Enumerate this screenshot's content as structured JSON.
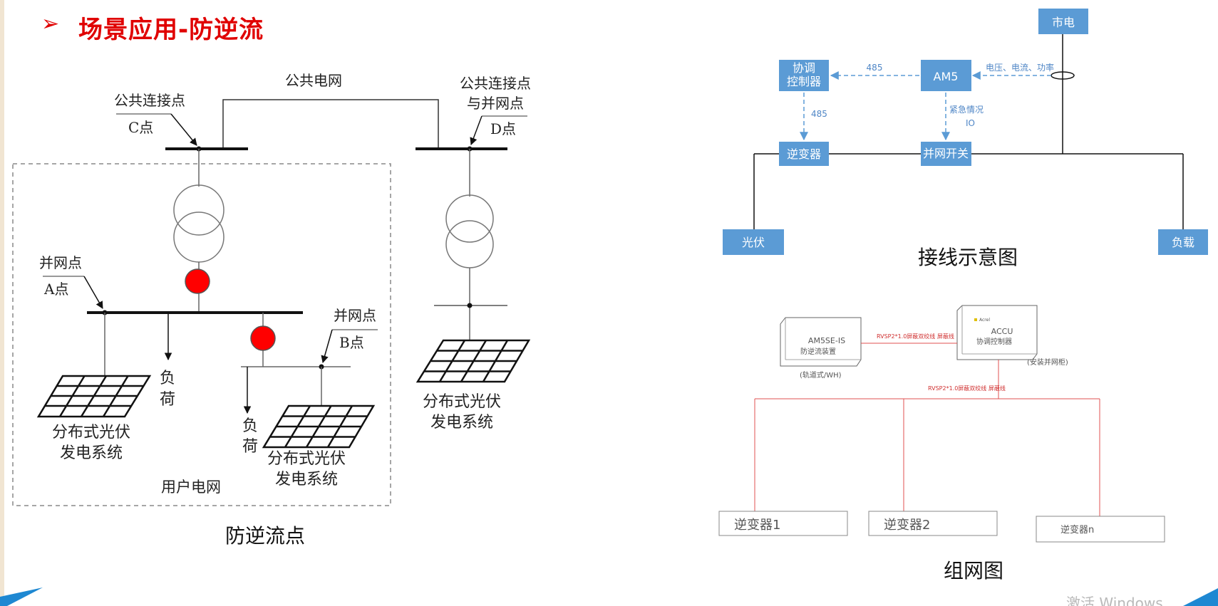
{
  "header": {
    "bullet": "➢",
    "title": "场景应用-防逆流"
  },
  "left_diagram": {
    "public_grid": "公共电网",
    "c_label_line1": "公共连接点",
    "c_label_line2": "C点",
    "d_label_line1": "公共连接点",
    "d_label_line2": "与并网点",
    "d_label_line3": "D点",
    "a_label_line1": "并网点",
    "a_label_line2": "A点",
    "b_label_line1": "并网点",
    "b_label_line2": "B点",
    "load_line1": "负",
    "load_line2": "荷",
    "pv_line1": "分布式光伏",
    "pv_line2": "发电系统",
    "user_grid": "用户电网",
    "caption": "防逆流点"
  },
  "wiring_diagram": {
    "mains": "市电",
    "controller_line1": "协调",
    "controller_line2": "控制器",
    "am5": "AM5",
    "inverter": "逆变器",
    "grid_switch": "并网开关",
    "pv": "光伏",
    "load": "负载",
    "rs485_top": "485",
    "rs485_side": "485",
    "measure": "电压、电流、功率",
    "emergency": "紧急情况",
    "io": "IO",
    "caption": "接线示意图",
    "colors": {
      "box": "#5b9bd5",
      "dashed": "#5b9bd5"
    }
  },
  "network_diagram": {
    "device1_line1": "AM5SE-IS",
    "device1_line2": "防逆流装置",
    "device1_note": "(轨道式/WH)",
    "device2_brand": "Acrel",
    "device2_line1": "ACCU",
    "device2_line2": "协调控制器",
    "device2_note": "(安装并网柜)",
    "cable1": "RVSP2*1.0屏蔽双绞线 屏蔽线",
    "cable2": "RVSP2*1.0屏蔽双绞线 屏蔽线",
    "inverter1": "逆变器1",
    "inverter2": "逆变器2",
    "invertern": "逆变器n",
    "caption": "组网图"
  },
  "watermark": "激活 Windows"
}
